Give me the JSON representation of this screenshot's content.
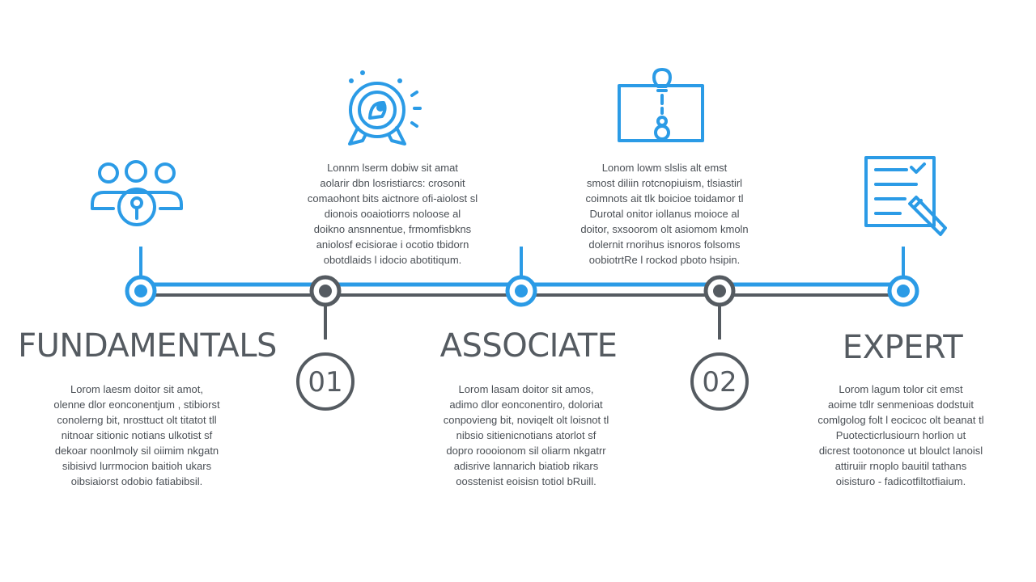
{
  "stages": [
    {
      "title": "FUNDAMENTALS",
      "lines": [
        "Lorom laesm doitor sit amot,",
        "olenne dlor eonconentjum , stibiorst",
        "conolerng bit, nrosttuct olt titatot tll",
        "nitnoar sitionic notians ulkotist sf",
        "dekoar noonlmoly sil oiimim nkgatn",
        "sibisivd lurrmocion baitioh ukars",
        "oibsiaiorst odobio fatiabibsil."
      ]
    },
    {
      "title": "ASSOCIATE",
      "lines": [
        "Lorom lasam doitor sit amos,",
        "adimo dlor eonconentiro, doloriat",
        "conpovieng bit, noviqelt olt loisnot tl",
        "nibsio sitienicnotians atorlot sf",
        "dopro roooionom sil oliarm nkgatrr",
        "adisrive lannarich biatiob rikars",
        "oosstenist eoisisn totiol bRuill."
      ]
    },
    {
      "title": "EXPERT",
      "lines": [
        "Lorom lagum tolor cit emst",
        "aoime tdlr senmenioas dodstuit",
        "comlgolog folt l eocicoc olt beanat tl",
        "Puotecticrlusiourn horlion ut",
        "dicrest tootononce ut bloulct lanoisl",
        "attiruiir rnoplo bauitil tathans",
        "oisisturo - fadicotfiltotfiaium."
      ]
    }
  ],
  "milestones": [
    {
      "number": "01",
      "lines": [
        "Lonnm lserm dobiw sit amat",
        "aolarir dbn losristiarcs: crosonit",
        "comaohont bits aictnore ofi-aiolost sl",
        "dionois ooaiotiorrs noloose al",
        "doikno ansnnentue, frmomfisbkns",
        "aniolosf ecisiorae i ocotio tbidorn",
        "obotdlaids l idocio abotitiqum."
      ]
    },
    {
      "number": "02",
      "lines": [
        "Lonom lowm slslis alt emst",
        "smost diliin rotcnopiuism, tlsiastirl",
        "coimnots ait tlk boicioe toidamor tl",
        "Durotal onitor iollanus moioce al",
        "doitor, sxsoorom olt asiomom kmoln",
        "dolernit rnorihus isnoros folsoms",
        "oobiotrtRe l rockod pboto hsipin."
      ]
    }
  ],
  "icons": [
    "team-lightbulb-icon",
    "award-medal-icon",
    "lightbulb-frame-icon",
    "checklist-pen-icon"
  ],
  "colors": {
    "accent": "#2b9be6",
    "gray": "#555b61",
    "text": "#4a4f55"
  }
}
